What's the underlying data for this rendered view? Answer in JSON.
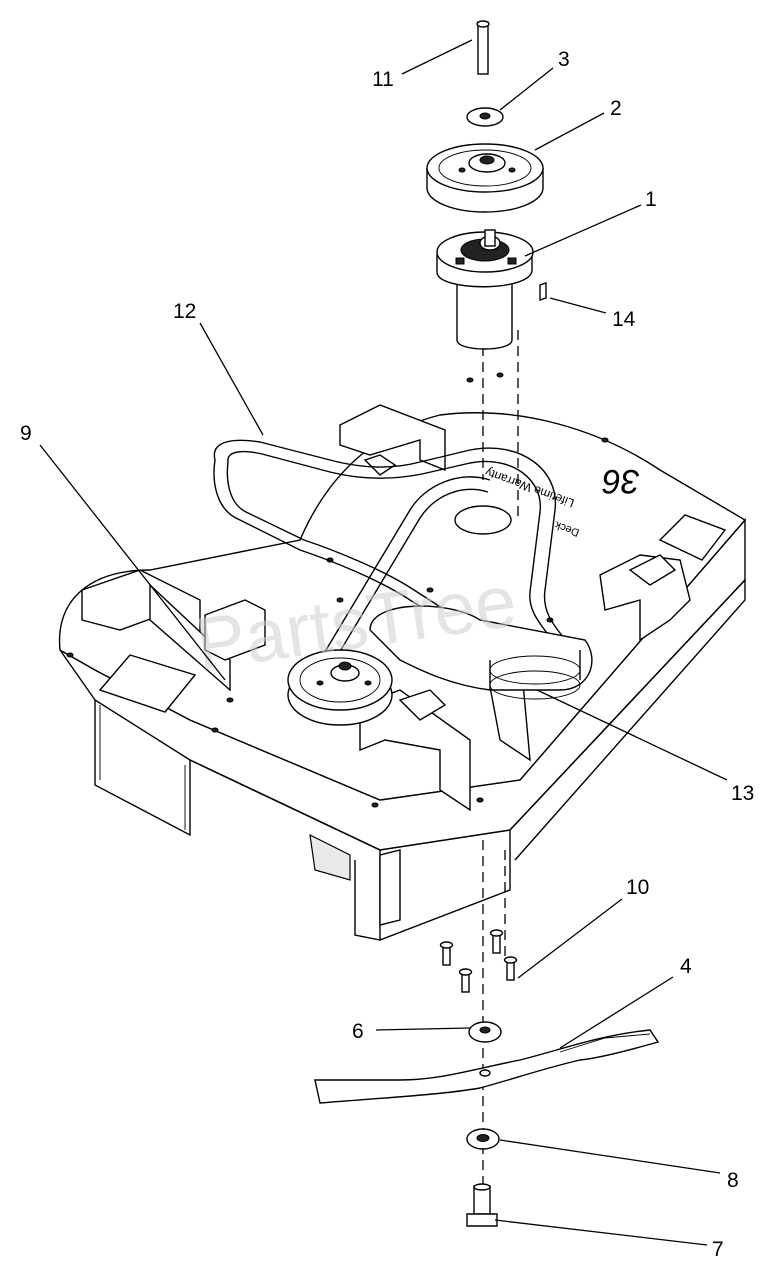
{
  "watermark": "PartsTree",
  "deck_labels": {
    "size": "36",
    "line1": "Lifetime Warranty",
    "line2": "Deck"
  },
  "callouts": [
    {
      "id": "1",
      "label": "1"
    },
    {
      "id": "2",
      "label": "2"
    },
    {
      "id": "3",
      "label": "3"
    },
    {
      "id": "4",
      "label": "4"
    },
    {
      "id": "6",
      "label": "6"
    },
    {
      "id": "7",
      "label": "7"
    },
    {
      "id": "8",
      "label": "8"
    },
    {
      "id": "9",
      "label": "9"
    },
    {
      "id": "10",
      "label": "10"
    },
    {
      "id": "11",
      "label": "11"
    },
    {
      "id": "12",
      "label": "12"
    },
    {
      "id": "13",
      "label": "13"
    },
    {
      "id": "14",
      "label": "14"
    }
  ]
}
